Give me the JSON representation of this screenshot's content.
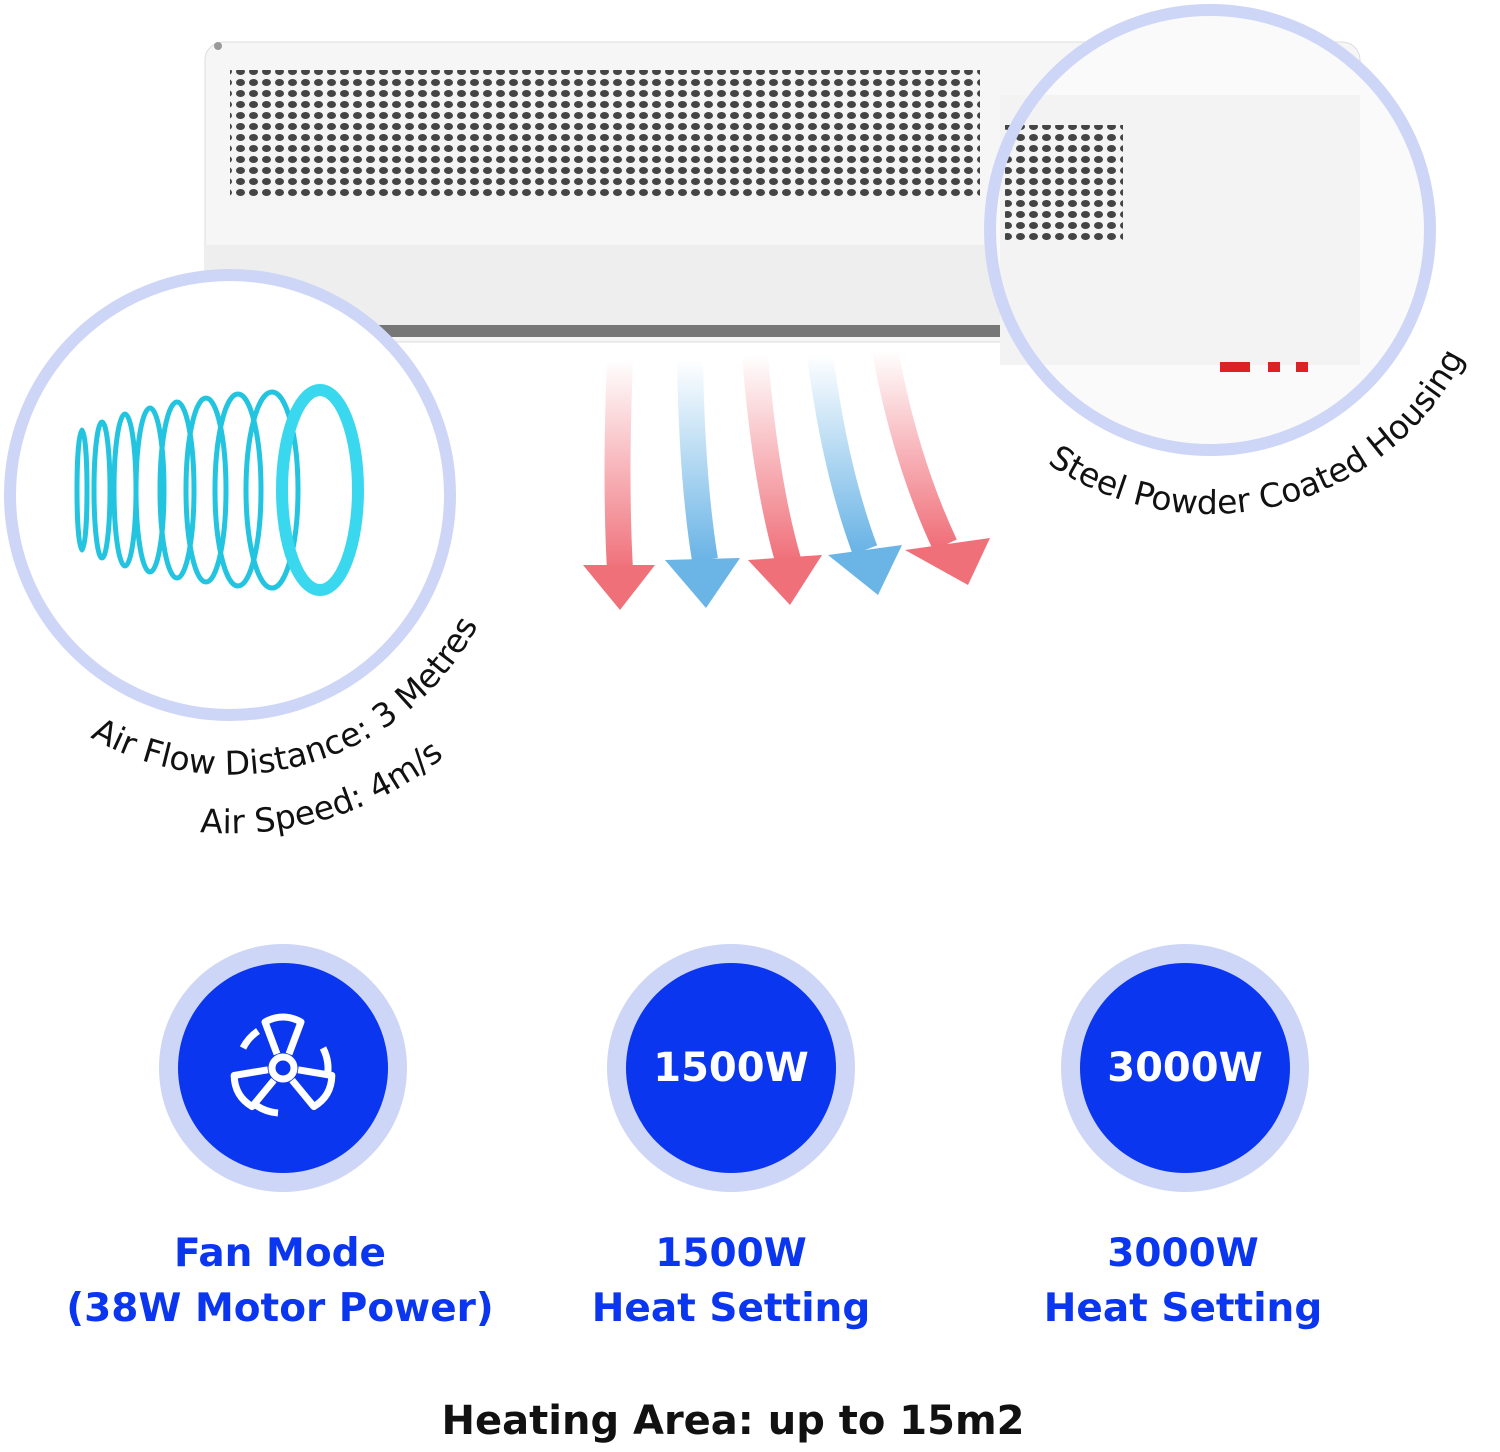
{
  "features": {
    "air_flow": "Air Flow Distance: 3 Metres",
    "air_speed": "Air Speed: 4m/s",
    "housing": "Steel Powder Coated Housing"
  },
  "modes": [
    {
      "badge": "",
      "icon": "fan-icon",
      "line1": "Fan Mode",
      "line2": "(38W Motor Power)"
    },
    {
      "badge": "1500W",
      "line1": "1500W",
      "line2": "Heat Setting"
    },
    {
      "badge": "3000W",
      "line1": "3000W",
      "line2": "Heat Setting"
    }
  ],
  "footer": "Heating Area: up to 15m2",
  "colors": {
    "accent": "#0a36f0",
    "ring": "#cdd6f6",
    "warm": "#f0707a",
    "cool": "#6ab4e6"
  }
}
